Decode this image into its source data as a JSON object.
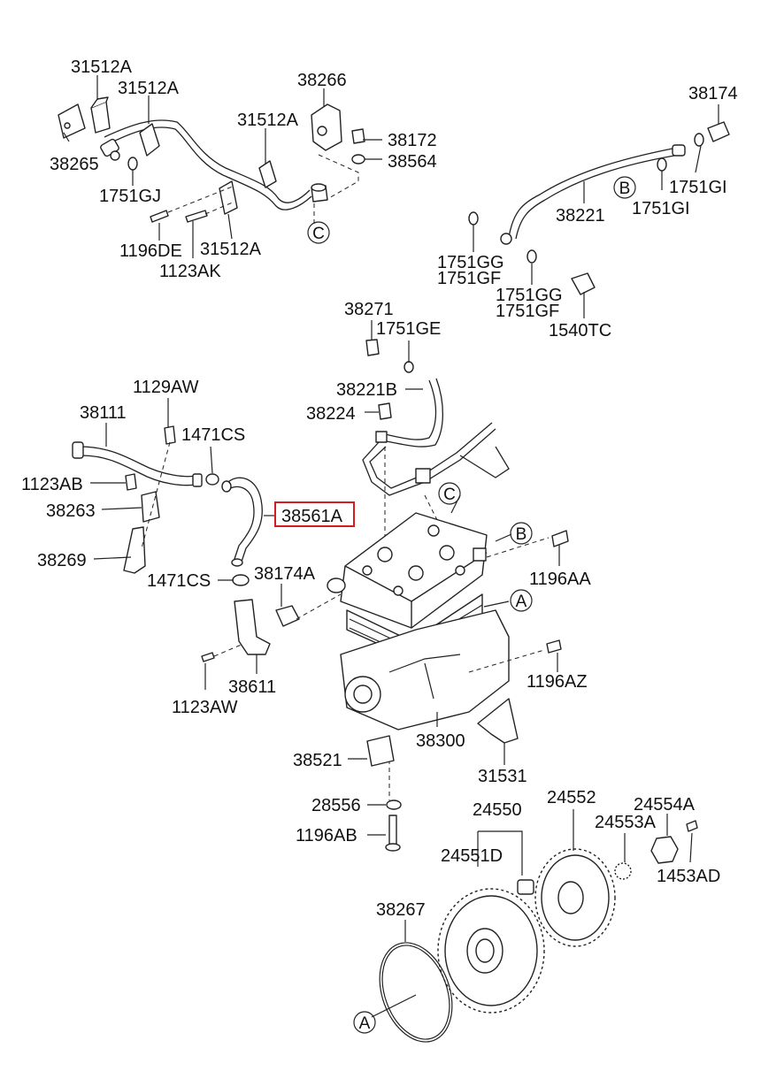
{
  "diagram": {
    "labels": {
      "l_31512A_1": "31512A",
      "l_31512A_2": "31512A",
      "l_31512A_3": "31512A",
      "l_31512A_4": "31512A",
      "l_38266": "38266",
      "l_38172": "38172",
      "l_38564": "38564",
      "l_38265": "38265",
      "l_1751GJ": "1751GJ",
      "l_1196DE": "1196DE",
      "l_1123AK": "1123AK",
      "l_38174": "38174",
      "l_1751GI_1": "1751GI",
      "l_1751GI_2": "1751GI",
      "l_38221": "38221",
      "l_1751GG_1": "1751GG",
      "l_1751GF_1": "1751GF",
      "l_1751GG_2": "1751GG",
      "l_1751GF_2": "1751GF",
      "l_1540TC": "1540TC",
      "l_38271": "38271",
      "l_1751GE": "1751GE",
      "l_38221B": "38221B",
      "l_38224": "38224",
      "l_1129AW": "1129AW",
      "l_38111": "38111",
      "l_1471CS_1": "1471CS",
      "l_1123AB": "1123AB",
      "l_38263": "38263",
      "l_38561A": "38561A",
      "l_38269": "38269",
      "l_1471CS_2": "1471CS",
      "l_38174A": "38174A",
      "l_1196AA": "1196AA",
      "l_1123AW": "1123AW",
      "l_38611": "38611",
      "l_1196AZ": "1196AZ",
      "l_38300": "38300",
      "l_38521": "38521",
      "l_31531": "31531",
      "l_28556": "28556",
      "l_1196AB": "1196AB",
      "l_24550": "24550",
      "l_24552": "24552",
      "l_24554A": "24554A",
      "l_24553A": "24553A",
      "l_24551D": "24551D",
      "l_1453AD": "1453AD",
      "l_38267": "38267"
    },
    "callouts": {
      "c_top": "C",
      "c_engine": "C",
      "b_pipe": "B",
      "b_engine": "B",
      "a_engine": "A",
      "a_ring": "A"
    },
    "highlighted_part": "38561A",
    "highlight_color": "#d61c1c"
  }
}
